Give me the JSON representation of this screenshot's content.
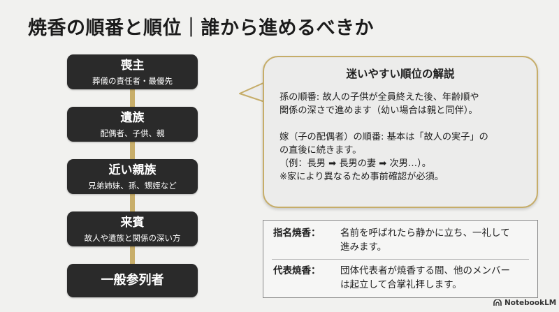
{
  "title": "焼香の順番と順位｜誰から進めるべきか",
  "steps": [
    {
      "main": "喪主",
      "sub": "葬儀の責任者・最優先"
    },
    {
      "main": "遺族",
      "sub": "配偶者、子供、親"
    },
    {
      "main": "近い親族",
      "sub": "兄弟姉妹、孫、甥姪など"
    },
    {
      "main": "来賓",
      "sub": "故人や遺族と関係の深い方"
    },
    {
      "main": "一般参列者",
      "sub": ""
    }
  ],
  "callout": {
    "title": "迷いやすい順位の解説",
    "lines": [
      "孫の順番: 故人の子供が全員終えた後、年齢順や",
      "関係の深さで進めます（幼い場合は親と同伴）。",
      "",
      "嫁（子の配偶者）の順番: 基本は「故人の実子」の",
      "の直後に続きます。",
      "（例：長男 ➡ 長男の妻 ➡ 次男…）。",
      "※家により異なるため事前確認が必須。"
    ]
  },
  "definitions": [
    {
      "term": "指名焼香：",
      "desc": [
        "名前を呼ばれたら静かに立ち、一礼して",
        "進みます。"
      ]
    },
    {
      "term": "代表焼香：",
      "desc": [
        "団体代表者が焼香する間、他のメンバー",
        "は起立して合掌礼拝します。"
      ]
    }
  ],
  "branding": {
    "label": "NotebookLM",
    "icon": "notebooklm-logo-icon"
  },
  "colors": {
    "accent": "#c8ae6a",
    "step_bg": "#2a2a2a",
    "page_bg": "#f1f1ef"
  }
}
